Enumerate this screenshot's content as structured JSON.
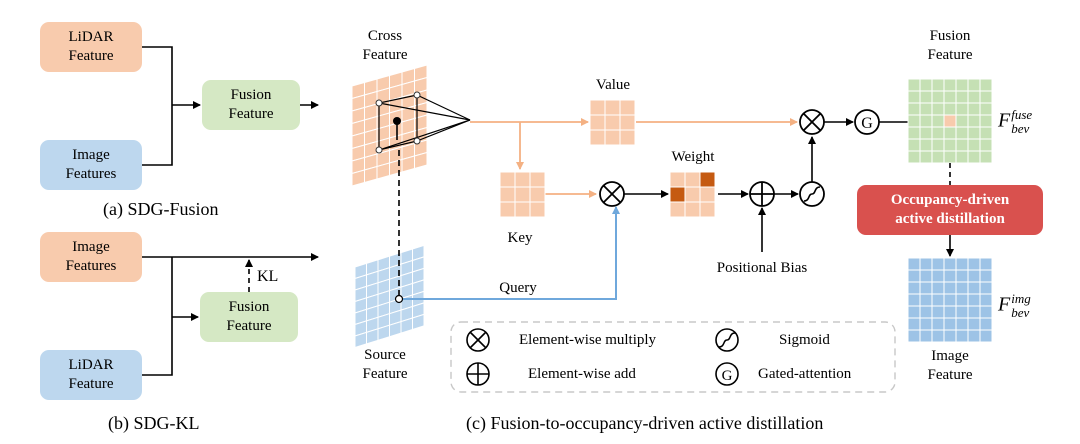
{
  "panel_a": {
    "lidar": [
      "LiDAR",
      "Feature"
    ],
    "image": [
      "Image",
      "Features"
    ],
    "fusion": [
      "Fusion",
      "Feature"
    ],
    "caption": "(a) SDG-Fusion"
  },
  "panel_b": {
    "image": [
      "Image",
      "Features"
    ],
    "lidar": [
      "LiDAR",
      "Feature"
    ],
    "fusion": [
      "Fusion",
      "Feature"
    ],
    "kl": "KL",
    "caption": "(b) SDG-KL"
  },
  "panel_c": {
    "cross": [
      "Cross",
      "Feature"
    ],
    "source": [
      "Source",
      "Feature"
    ],
    "value": "Value",
    "key": "Key",
    "weight": "Weight",
    "query": "Query",
    "pos_bias": "Positional Bias",
    "fusion": [
      "Fusion",
      "Feature"
    ],
    "image_feat": [
      "Image",
      "Feature"
    ],
    "red_box": [
      "Occupancy-driven",
      "active distillation"
    ],
    "f_fuse": {
      "base": "F",
      "sup": "fuse",
      "sub": "bev"
    },
    "f_img": {
      "base": "F",
      "sup": "img",
      "sub": "bev"
    },
    "g_symbol": "G",
    "legend": {
      "multiply": "Element-wise multiply",
      "add": "Element-wise add",
      "sigmoid": "Sigmoid",
      "gated": "Gated-attention"
    },
    "caption": "(c) Fusion-to-occupancy-driven active distillation"
  },
  "colors": {
    "orange": "#f8cbad",
    "blue": "#bdd7ee",
    "green": "#d5e8c4",
    "green_grid": "#c5e0b4",
    "blue_grid": "#9dc3e6",
    "red": "#d9514e",
    "dark_orange": "#c55a11",
    "query_line": "#6fa8dc",
    "peach_line": "#f4b183"
  }
}
